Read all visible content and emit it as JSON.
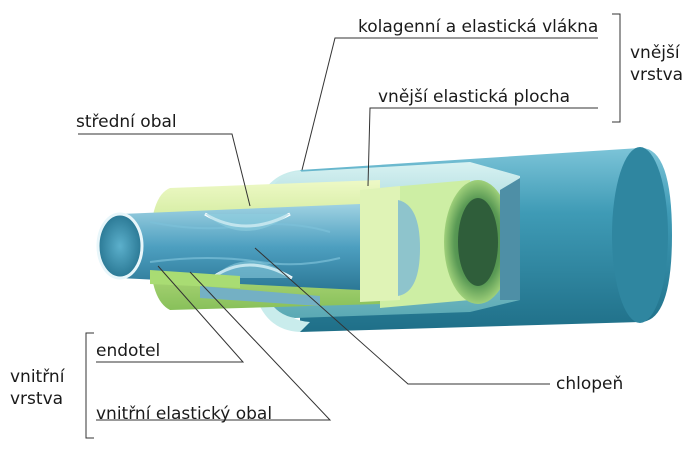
{
  "labels": {
    "collagen_fibers": "kolagenní a elastická vlákna",
    "outer_elastic_plate": "vnější elastická plocha",
    "outer_layer_line1": "vnější",
    "outer_layer_line2": "vrstva",
    "middle_coat": "střední obal",
    "valve": "chlopeň",
    "endothelium": "endotel",
    "inner_elastic_coat": "vnitřní elastický obal",
    "inner_layer_line1": "vnitřní",
    "inner_layer_line2": "vrstva"
  },
  "colors": {
    "outer_tube": "#3a96b0",
    "outer_tube_dark": "#1f6f88",
    "media_green": "#b9e07a",
    "media_light": "#e6f6b4",
    "lumen": "#4d9fc0",
    "valve_edge": "#ffffff",
    "leader_line": "#333333"
  }
}
